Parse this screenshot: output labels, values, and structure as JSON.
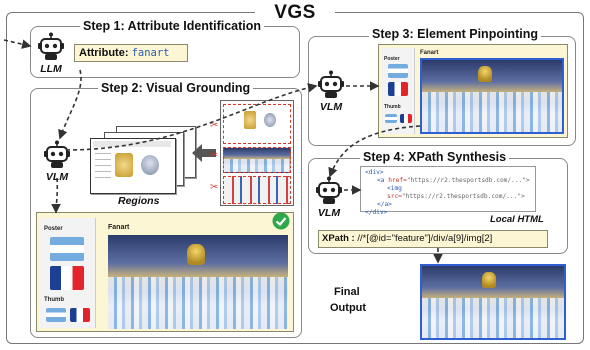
{
  "title": "VGS",
  "step1": {
    "title": "Step 1: Attribute Identification",
    "bot": "LLM",
    "attr_label": "Attribute:",
    "attr_value": "fanart"
  },
  "step2": {
    "title": "Step 2: Visual Grounding",
    "bot": "VLM",
    "regions_label": "Regions",
    "crop": {
      "title": "Fanart",
      "poster_label": "Poster",
      "thumb_label": "Thumb"
    }
  },
  "step3": {
    "title": "Step 3: Element Pinpointing",
    "bot": "VLM",
    "crop": {
      "title": "Fanart",
      "poster_label": "Poster",
      "thumb_label": "Thumb"
    }
  },
  "step4": {
    "title": "Step 4: XPath Synthesis",
    "bot": "VLM",
    "code": {
      "l1": "<div>",
      "l2_tag": "<a",
      "l2_attr": "href=",
      "l2_val": "\"https://r2.thesportsdb.com/...\">",
      "l3_tag": "<img",
      "l3_attr": "src=",
      "l3_val": "\"https://r2.thesportsdb.com/...\">",
      "l4": "</a>",
      "l5": "</div>"
    },
    "local_html": "Local HTML",
    "xpath_label": "XPath :",
    "xpath_value": "//*[@id=\"feature\"]/div/a[9]/img[2]"
  },
  "final_output": {
    "line1": "Final",
    "line2": "Output"
  },
  "colors": {
    "panel_border": "#888888",
    "highlight_blue": "#2f5fd0",
    "note_yellow": "#fdf6d4",
    "check_green": "#2ea84a",
    "scissor_red": "#d03a2f"
  },
  "icons": [
    "robot-icon",
    "scissors-icon",
    "check-icon",
    "left-arrow-icon"
  ]
}
